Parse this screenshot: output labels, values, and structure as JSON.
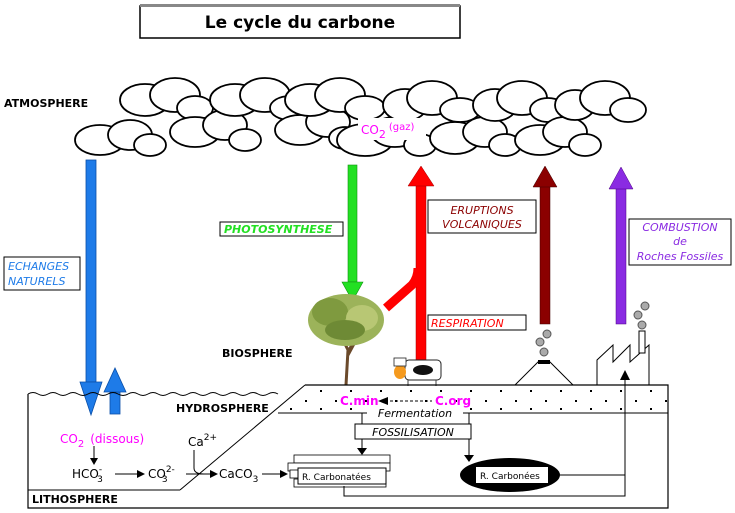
{
  "title": "Le cycle du carbone",
  "spheres": {
    "atmosphere": "ATMOSPHERE",
    "biosphere": "BIOSPHERE",
    "hydrosphere": "HYDROSPHERE",
    "lithosphere": "LITHOSPHERE"
  },
  "co2_gas": {
    "main": "CO",
    "sub": "2",
    "suffix": "(gaz)"
  },
  "co2_dissolved": {
    "main": "CO",
    "sub": "2",
    "suffix": "(dissous)"
  },
  "processes": {
    "echanges": [
      "ECHANGES",
      "NATURELS"
    ],
    "photosynthese": "PHOTOSYNTHESE",
    "eruptions": [
      "ERUPTIONS",
      "VOLCANIQUES"
    ],
    "respiration": "RESPIRATION",
    "combustion": [
      "COMBUSTION",
      "de",
      "Roches Fossiles"
    ],
    "fermentation": "Fermentation",
    "fossilisation": "FOSSILISATION"
  },
  "carbon": {
    "mineral": "C.min",
    "organic": "C.org"
  },
  "chemistry": {
    "hco3": {
      "main": "HCO",
      "sub": "3",
      "sup": "-"
    },
    "co3": {
      "main": "CO",
      "sub": "3",
      "sup": "2-"
    },
    "ca": {
      "main": "Ca",
      "sup": "2+"
    },
    "caco3": {
      "main": "CaCO",
      "sub": "3"
    }
  },
  "reservoirs": {
    "carbonatees": "R. Carbonatées",
    "carbonees": "R. Carbonées"
  },
  "colors": {
    "echanges": "#1e7be8",
    "photosynthese": "#22e022",
    "respiration": "#ff0000",
    "eruptions": "#8b0000",
    "combustion": "#8a2be2",
    "co2": "#ff00ff"
  }
}
